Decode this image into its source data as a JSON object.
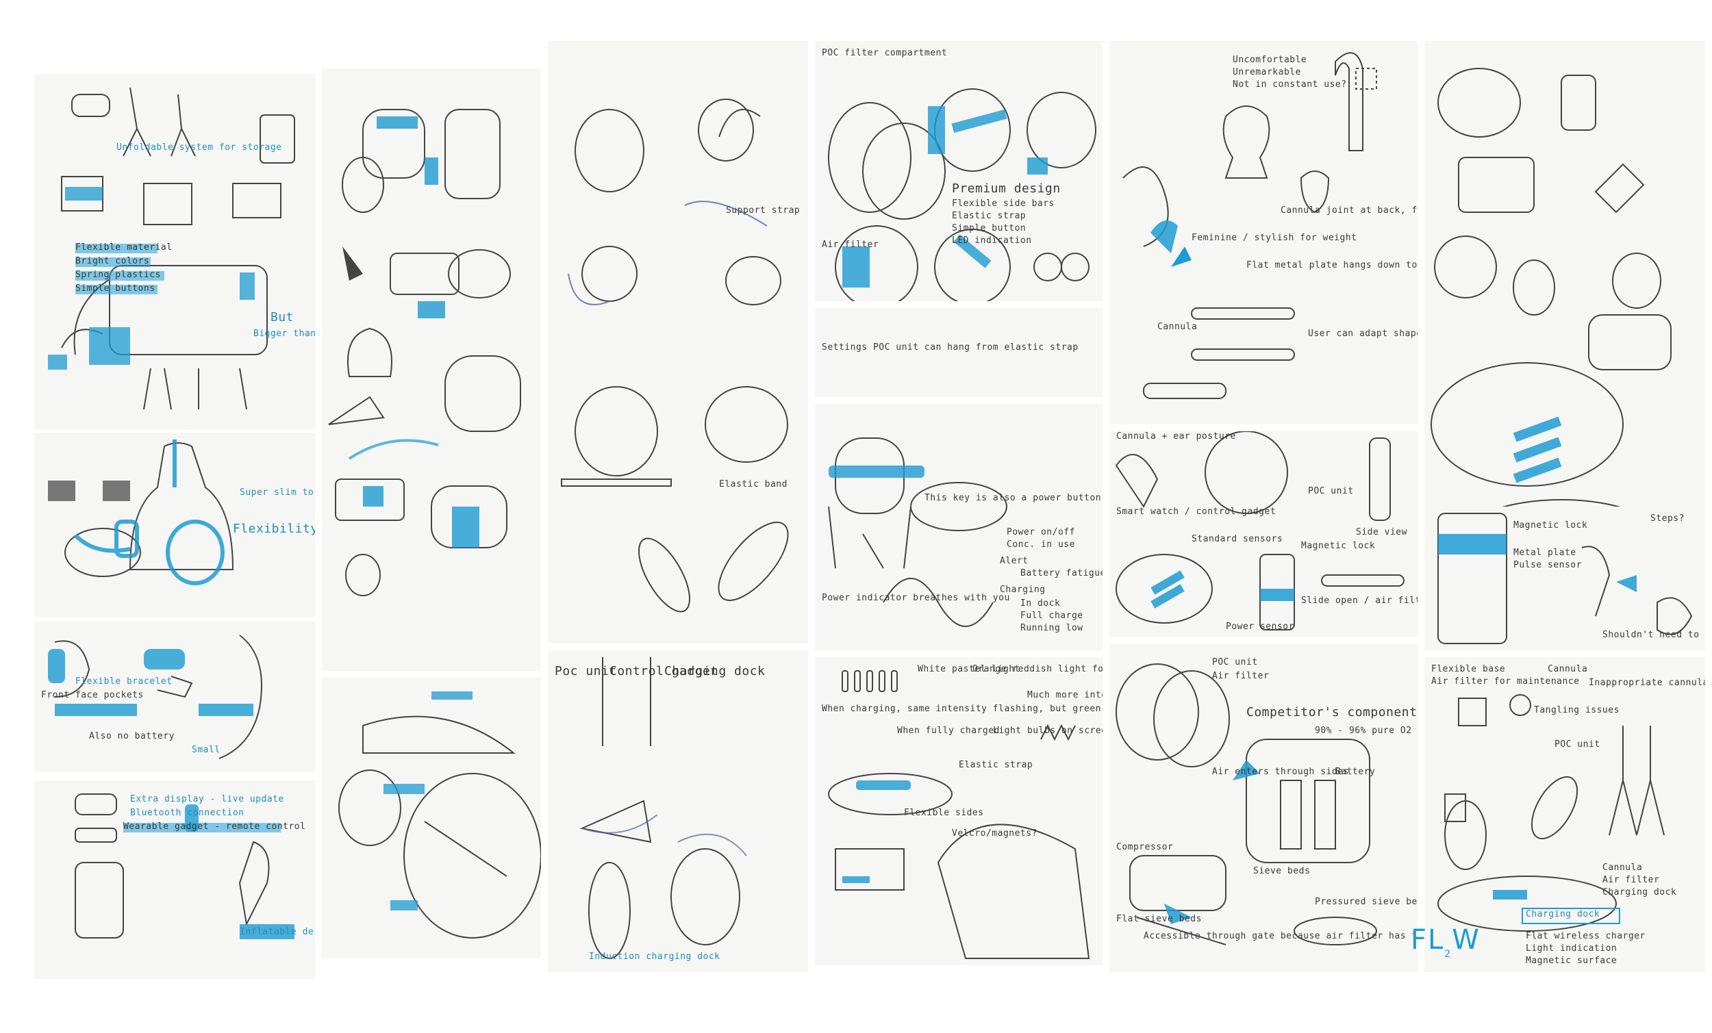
{
  "logo": {
    "text": "FL",
    "sub": "2",
    "tail": "W"
  },
  "colors": {
    "accent": "#1e9bd2",
    "ink": "#2b2b2b",
    "paper": "#f6f6f4"
  },
  "notes": {
    "s1_a": "Unfoldable system for storage",
    "s1_b": "Flexible material",
    "s1_c": "Bright colors",
    "s1_d": "Spring plastics",
    "s1_e": "Simple buttons",
    "s1_f": "But",
    "s1_g": "Bigger than...",
    "s2_a": "Super slim to fit under clothes",
    "s2_b": "Flexibility for comfort",
    "s3_a": "Front face pockets",
    "s3_b": "Flexible bracelet",
    "s3_c": "Also no battery",
    "s3_d": "Small",
    "s4_a": "Wearable gadget - remote control",
    "s4_b": "Extra display - live update",
    "s4_c": "Bluetooth connection",
    "s4_d": "Inflatable design",
    "m1_a": "Support strap",
    "m1_b": "Elastic band",
    "m2_a": "Poc unit",
    "m2_b": "Control gadget",
    "m2_c": "Charging dock",
    "m2_d": "Induction charging dock",
    "c1_a": "POC filter compartment",
    "c1_b": "Premium design",
    "c1_c": "Flexible side bars",
    "c1_d": "Elastic strap",
    "c1_e": "Simple button",
    "c1_f": "LED indication",
    "c1_g": "Air filter",
    "c1_h": "Settings POC unit can hang from elastic strap",
    "c2_a": "This key is also a power button, not only light!",
    "c2_b": "Power on/off",
    "c2_c": "Conc. in use",
    "c2_d": "Alert",
    "c2_e": "Battery fatigue",
    "c2_f": "Charging",
    "c2_g": "In dock",
    "c2_h": "Full charge",
    "c2_i": "Running low",
    "c2_j": "Power indicator breathes with you",
    "c3_a": "White pastel light",
    "c3_b": "Orange reddish light for alert",
    "c3_c": "Much more intense pulsating",
    "c3_d": "When charging, same intensity flashing, but green light",
    "c3_e": "When fully charged",
    "c3_f": "Light bulbs on screen",
    "c3_g": "Velcro/magnets?",
    "c3_h": "Elastic strap",
    "c3_i": "Flexible sides",
    "r1_a": "Uncomfortable",
    "r1_b": "Unremarkable",
    "r1_c": "Not in constant use?",
    "r1_d": "Cannula joint at back, forces wheel in use, can rest within net",
    "r1_e": "Feminine / stylish for weight",
    "r1_f": "Flat metal plate hangs down to adapt to cannula tubing",
    "r1_g": "User can adapt shape according to personal ergonomics",
    "r1_h": "Cannula",
    "r2_a": "Cannula + ear posture",
    "r2_b": "POC unit",
    "r2_c": "Smart watch / control gadget",
    "r2_d": "Standard sensors",
    "r2_e": "Magnetic lock",
    "r2_f": "Slide open / air filter compartment for maintenance",
    "r2_g": "Power sensor",
    "r2_h": "Side view",
    "r3_a": "POC unit",
    "r3_b": "Air filter",
    "r3_c": "Competitor's components",
    "r3_d": "90% - 96% pure O2",
    "r3_e": "Air enters through sides",
    "r3_f": "Flat sieve beds",
    "r3_g": "Accessible through gate because air filter has to be maintained",
    "r3_h": "Compressor",
    "r3_i": "Pressured sieve beds",
    "r3_j": "Battery",
    "r3_k": "Sieve beds",
    "f1_a": "Magnetic lock",
    "f1_b": "Metal plate",
    "f1_c": "Pulse sensor",
    "f1_d": "Shouldn't need to take gadget off",
    "f1_e": "Steps?",
    "f2_a": "Flexible base",
    "f2_b": "Air filter for maintenance",
    "f2_c": "Cannula",
    "f2_d": "Tangling issues",
    "f2_e": "Inappropriate cannula get off, longer",
    "f2_f": "POC unit",
    "f2_g": "Cannula",
    "f2_h": "Air filter",
    "f2_i": "Charging dock",
    "f2_j": "Charging dock",
    "f2_k": "Flat wireless charger",
    "f2_l": "Light indication",
    "f2_m": "Magnetic surface"
  }
}
